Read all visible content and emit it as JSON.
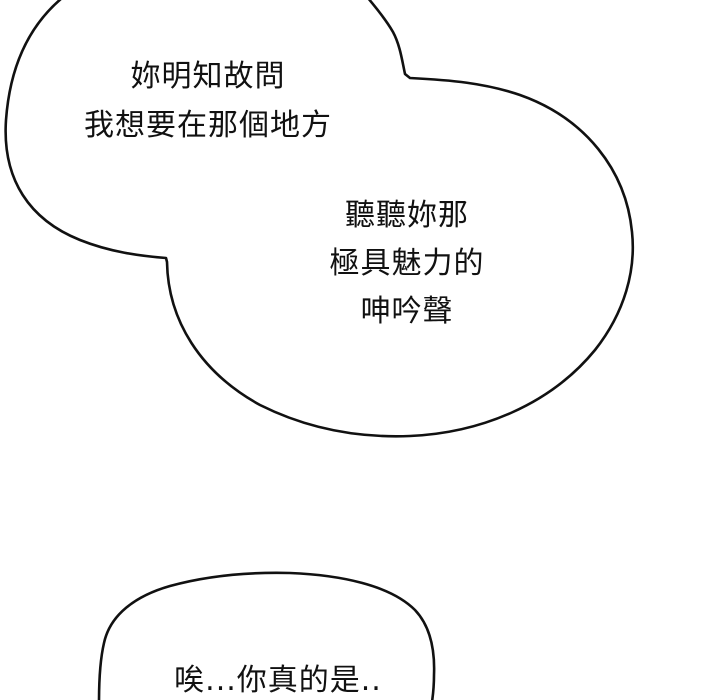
{
  "panel": {
    "background": "#ffffff",
    "outline_color": "#111111",
    "text_color": "#111111"
  },
  "bubbles": [
    {
      "id": "top-left-lobe",
      "lines": [
        "妳明知故問",
        "我想要在那個地方"
      ]
    },
    {
      "id": "top-right-lobe",
      "lines": [
        "聽聽妳那",
        "極具魅力的",
        "呻吟聲"
      ]
    },
    {
      "id": "bottom-bubble",
      "lines": [
        "唉...你真的是.."
      ]
    }
  ]
}
